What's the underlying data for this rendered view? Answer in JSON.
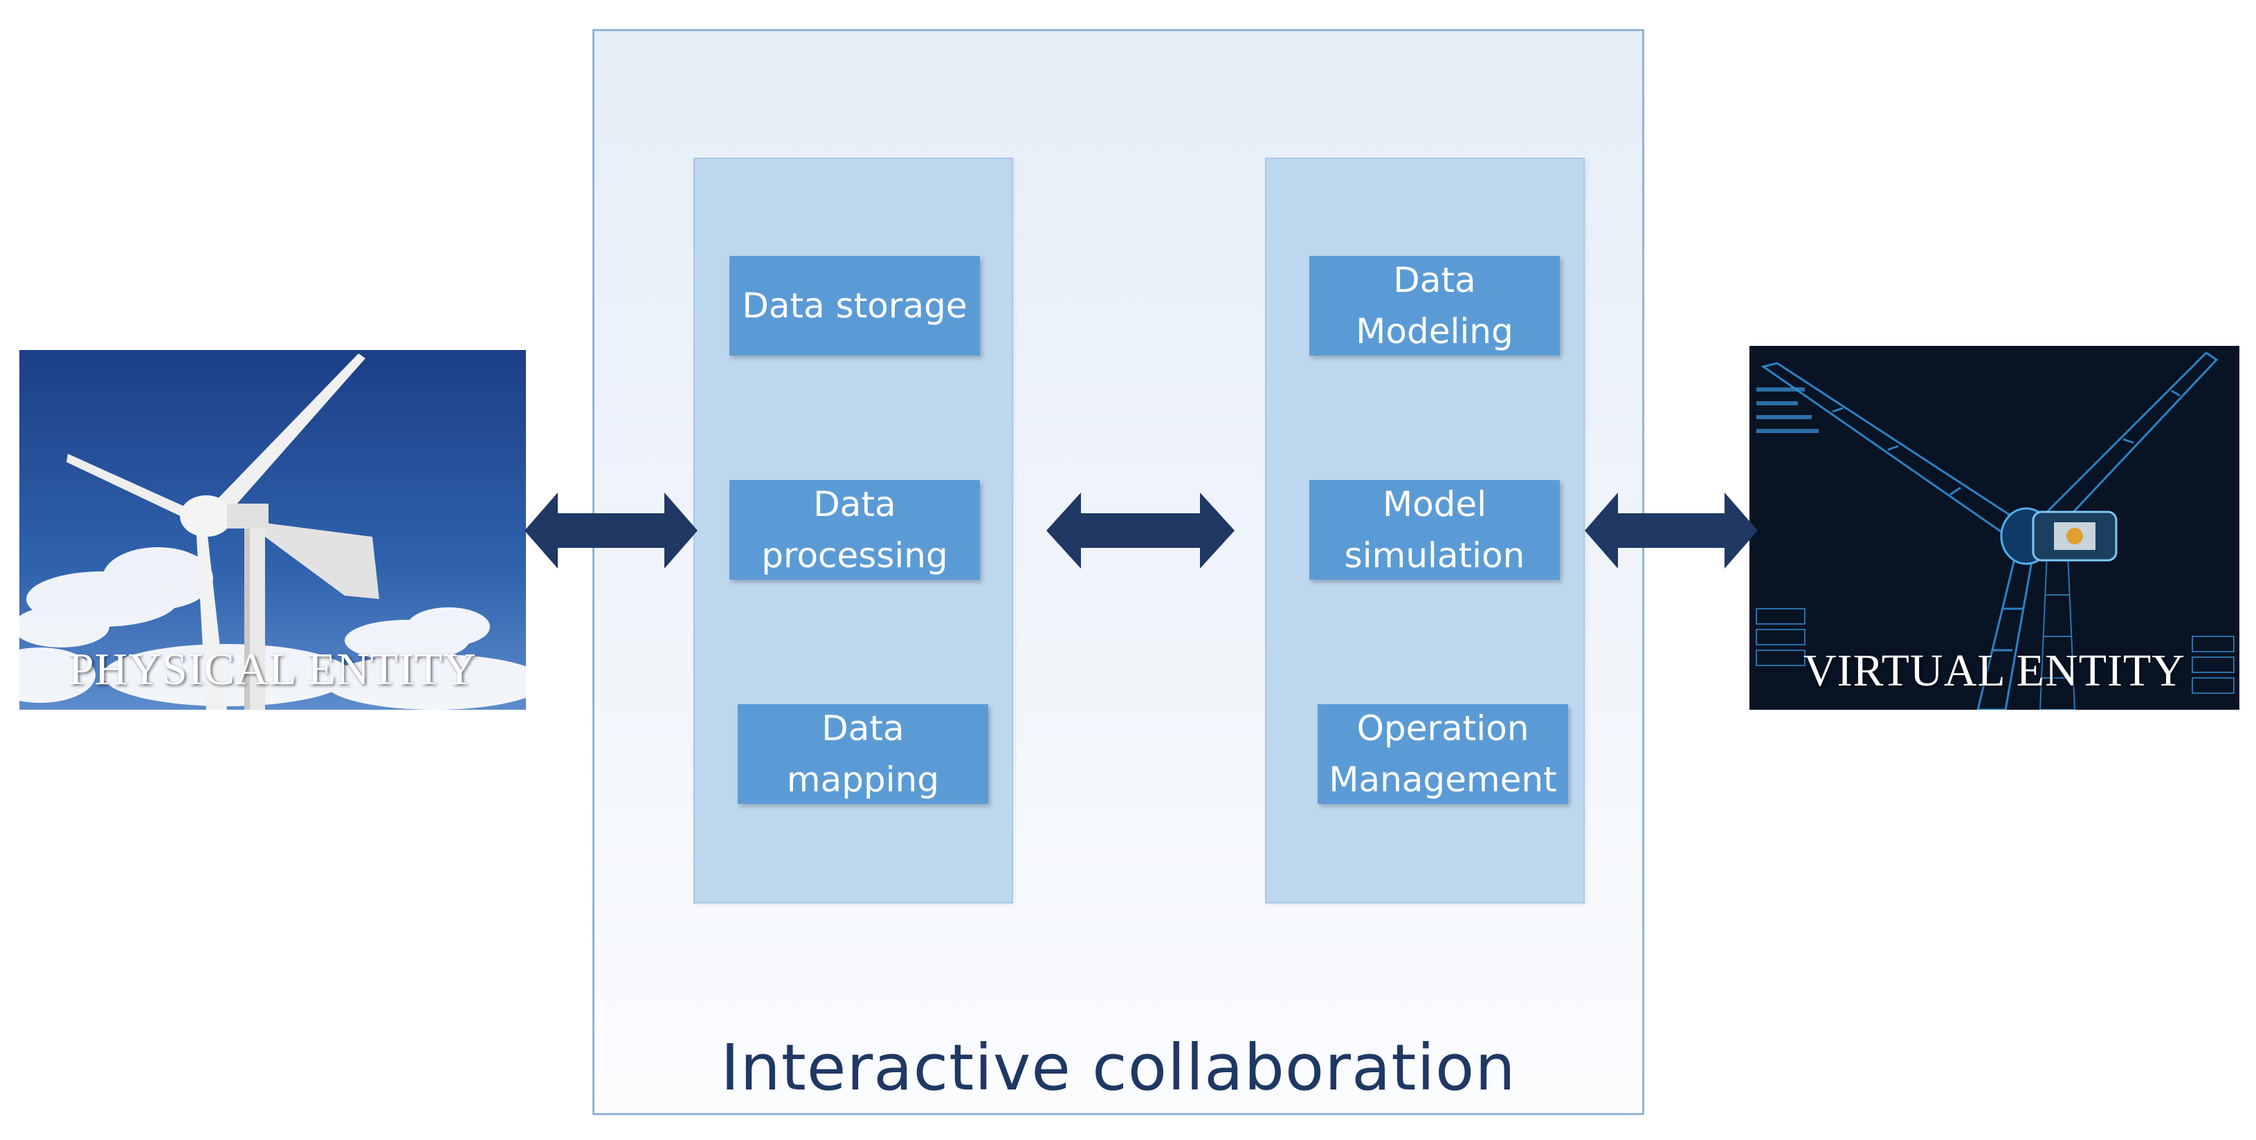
{
  "entities": {
    "physical": {
      "label": "PHYSICAL ENTITY"
    },
    "virtual": {
      "label": "VIRTUAL ENTITY"
    }
  },
  "collaboration": {
    "label": "Interactive collaboration"
  },
  "left_column": {
    "boxes": [
      {
        "label": "Data storage"
      },
      {
        "label": "Data\nprocessing"
      },
      {
        "label": "Data\nmapping"
      }
    ]
  },
  "right_column": {
    "boxes": [
      {
        "label": "Data\nModeling"
      },
      {
        "label": "Model\nsimulation"
      },
      {
        "label": "Operation\nManagement"
      }
    ]
  },
  "colors": {
    "arrow": "#1f3864",
    "box": "#5b9bd5",
    "column": "#bdd7ee",
    "frame_border": "#8fb4da",
    "title_text": "#1f3864"
  }
}
